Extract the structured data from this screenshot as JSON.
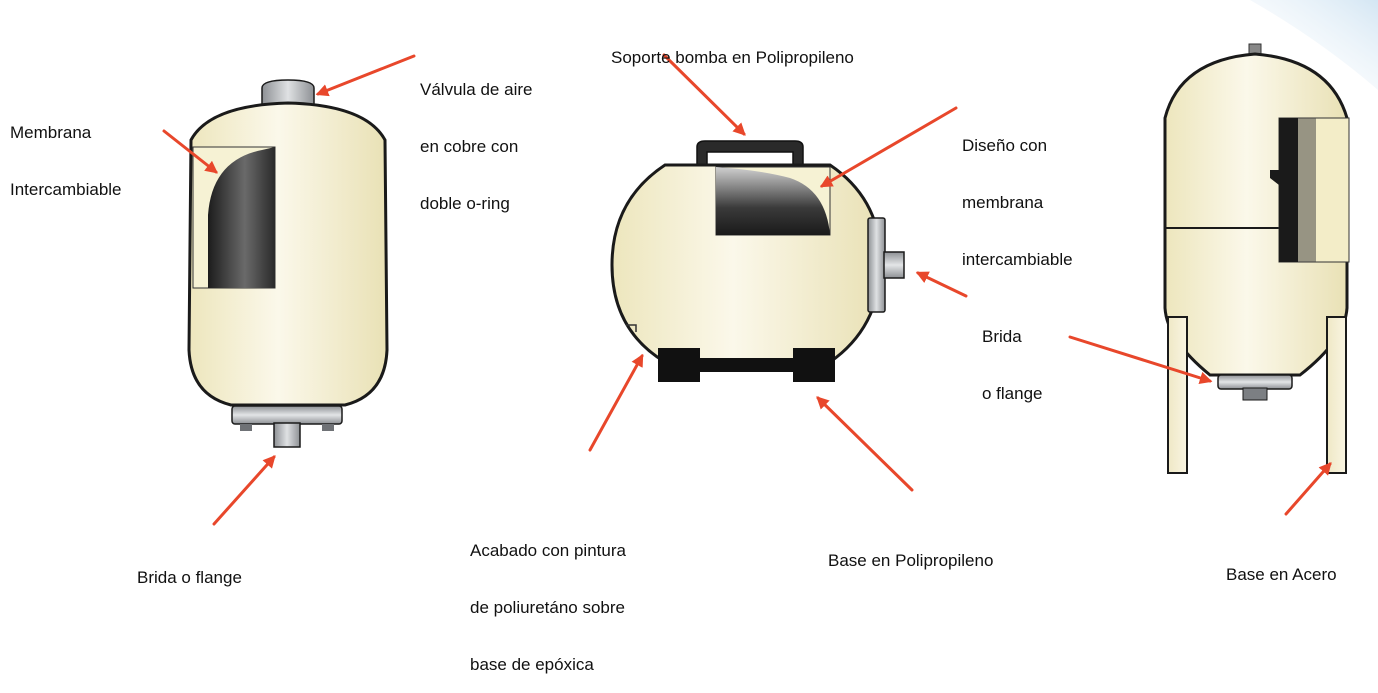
{
  "colors": {
    "tank_cream": "#f4efcf",
    "tank_outline": "#1a1a1a",
    "arrow": "#e8472b",
    "steel_gray": "#b9bcbf",
    "membrane_dark": "#2b2b2b",
    "feet_black": "#111111"
  },
  "labels": {
    "membrana": [
      "Membrana",
      "Intercambiable"
    ],
    "valvula": [
      "Válvula de aire",
      "en cobre con",
      "doble o-ring"
    ],
    "brida_left": [
      "Brida o flange"
    ],
    "soporte": [
      "Soporte bomba en Polipropileno"
    ],
    "diseno": [
      "Diseño con",
      "membrana",
      "intercambiable"
    ],
    "brida_mid": [
      "Brida",
      "o flange"
    ],
    "acabado": [
      "Acabado con pintura",
      "de poliuretáno sobre",
      "base de epóxica"
    ],
    "base_poli": [
      "Base en Polipropileno"
    ],
    "base_acero": [
      "Base en Acero"
    ]
  }
}
